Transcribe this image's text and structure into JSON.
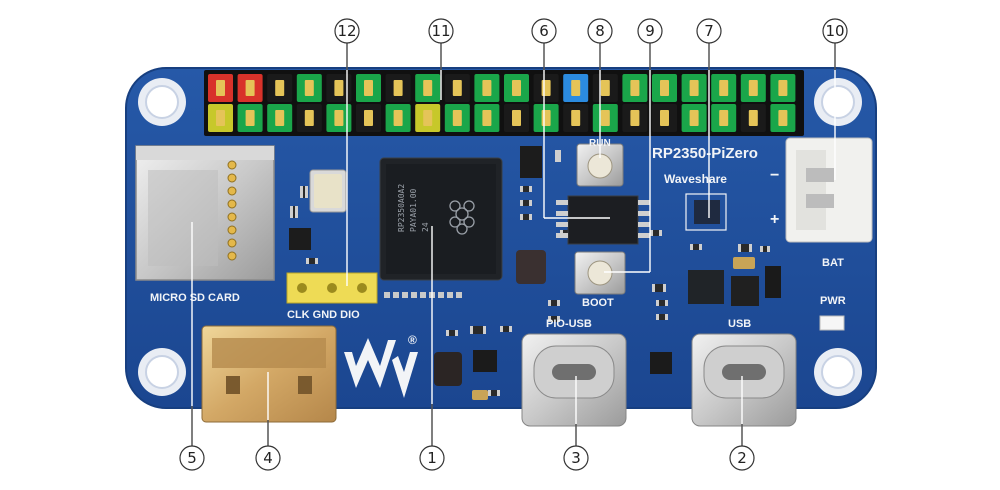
{
  "board": {
    "title": "RP2350-PiZero",
    "brand": "Waveshare",
    "chip_marking": [
      "RP2350A0A2",
      "PAYA01.00",
      "24"
    ]
  },
  "labels": {
    "sd_card": "MICRO SD CARD",
    "debug_header": "CLK GND DIO",
    "pio_usb": "PIO-USB",
    "usb": "USB",
    "run": "RUN",
    "boot": "BOOT",
    "battery": "BAT",
    "power": "PWR",
    "minus": "−",
    "plus": "+",
    "registered": "®"
  },
  "callouts": [
    {
      "id": "c1",
      "number": "1"
    },
    {
      "id": "c2",
      "number": "2"
    },
    {
      "id": "c3",
      "number": "3"
    },
    {
      "id": "c4",
      "number": "4"
    },
    {
      "id": "c5",
      "number": "5"
    },
    {
      "id": "c6",
      "number": "6"
    },
    {
      "id": "c7",
      "number": "7"
    },
    {
      "id": "c8",
      "number": "8"
    },
    {
      "id": "c9",
      "number": "9"
    },
    {
      "id": "c10",
      "number": "10"
    },
    {
      "id": "c11",
      "number": "11"
    },
    {
      "id": "c12",
      "number": "12"
    }
  ],
  "colors": {
    "pcb": "#1f4f9a",
    "pcb_edge": "#173f80",
    "header_green": "#1aa64a",
    "header_red": "#d8322a",
    "header_yellow": "#c7c82a",
    "header_blue": "#2b8be0",
    "header_black": "#1a1a1a",
    "gold": "#e5c458",
    "silkscreen": "#f2f4f7"
  }
}
